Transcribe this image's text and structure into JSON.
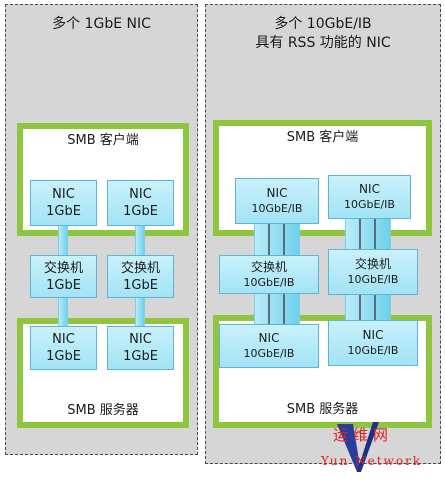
{
  "left_panel": {
    "title": "多个 1GbE NIC",
    "client": "SMB 客户端",
    "server": "SMB 服务器",
    "nics_top": [
      {
        "line1": "NIC",
        "line2": "1GbE"
      },
      {
        "line1": "NIC",
        "line2": "1GbE"
      }
    ],
    "switches": [
      {
        "line1": "交换机",
        "line2": "1GbE"
      },
      {
        "line1": "交换机",
        "line2": "1GbE"
      }
    ],
    "nics_bottom": [
      {
        "line1": "NIC",
        "line2": "1GbE"
      },
      {
        "line1": "NIC",
        "line2": "1GbE"
      }
    ]
  },
  "right_panel": {
    "title_line1": "多个 10GbE/IB",
    "title_line2": "具有 RSS 功能的 NIC",
    "client": "SMB 客户端",
    "server": "SMB 服务器",
    "nics_top": [
      {
        "line1": "NIC",
        "line2": "10GbE/IB"
      },
      {
        "line1": "NIC",
        "line2": "10GbE/IB"
      }
    ],
    "switches": [
      {
        "line1": "交换机",
        "line2": "10GbE/IB"
      },
      {
        "line1": "交换机",
        "line2": "10GbE/IB"
      }
    ],
    "nics_bottom": [
      {
        "line1": "NIC",
        "line2": "10GbE/IB"
      },
      {
        "line1": "NIC",
        "line2": "10GbE/IB"
      }
    ]
  },
  "watermark": {
    "chinese": "运维网",
    "english": "Yun Network"
  },
  "colors": {
    "panel_bg": "#d6d6d6",
    "server_border": "#8fc640",
    "node_fill": "#b5eaf7",
    "node_border": "#5cb6d3",
    "watermark": "#e02020"
  }
}
